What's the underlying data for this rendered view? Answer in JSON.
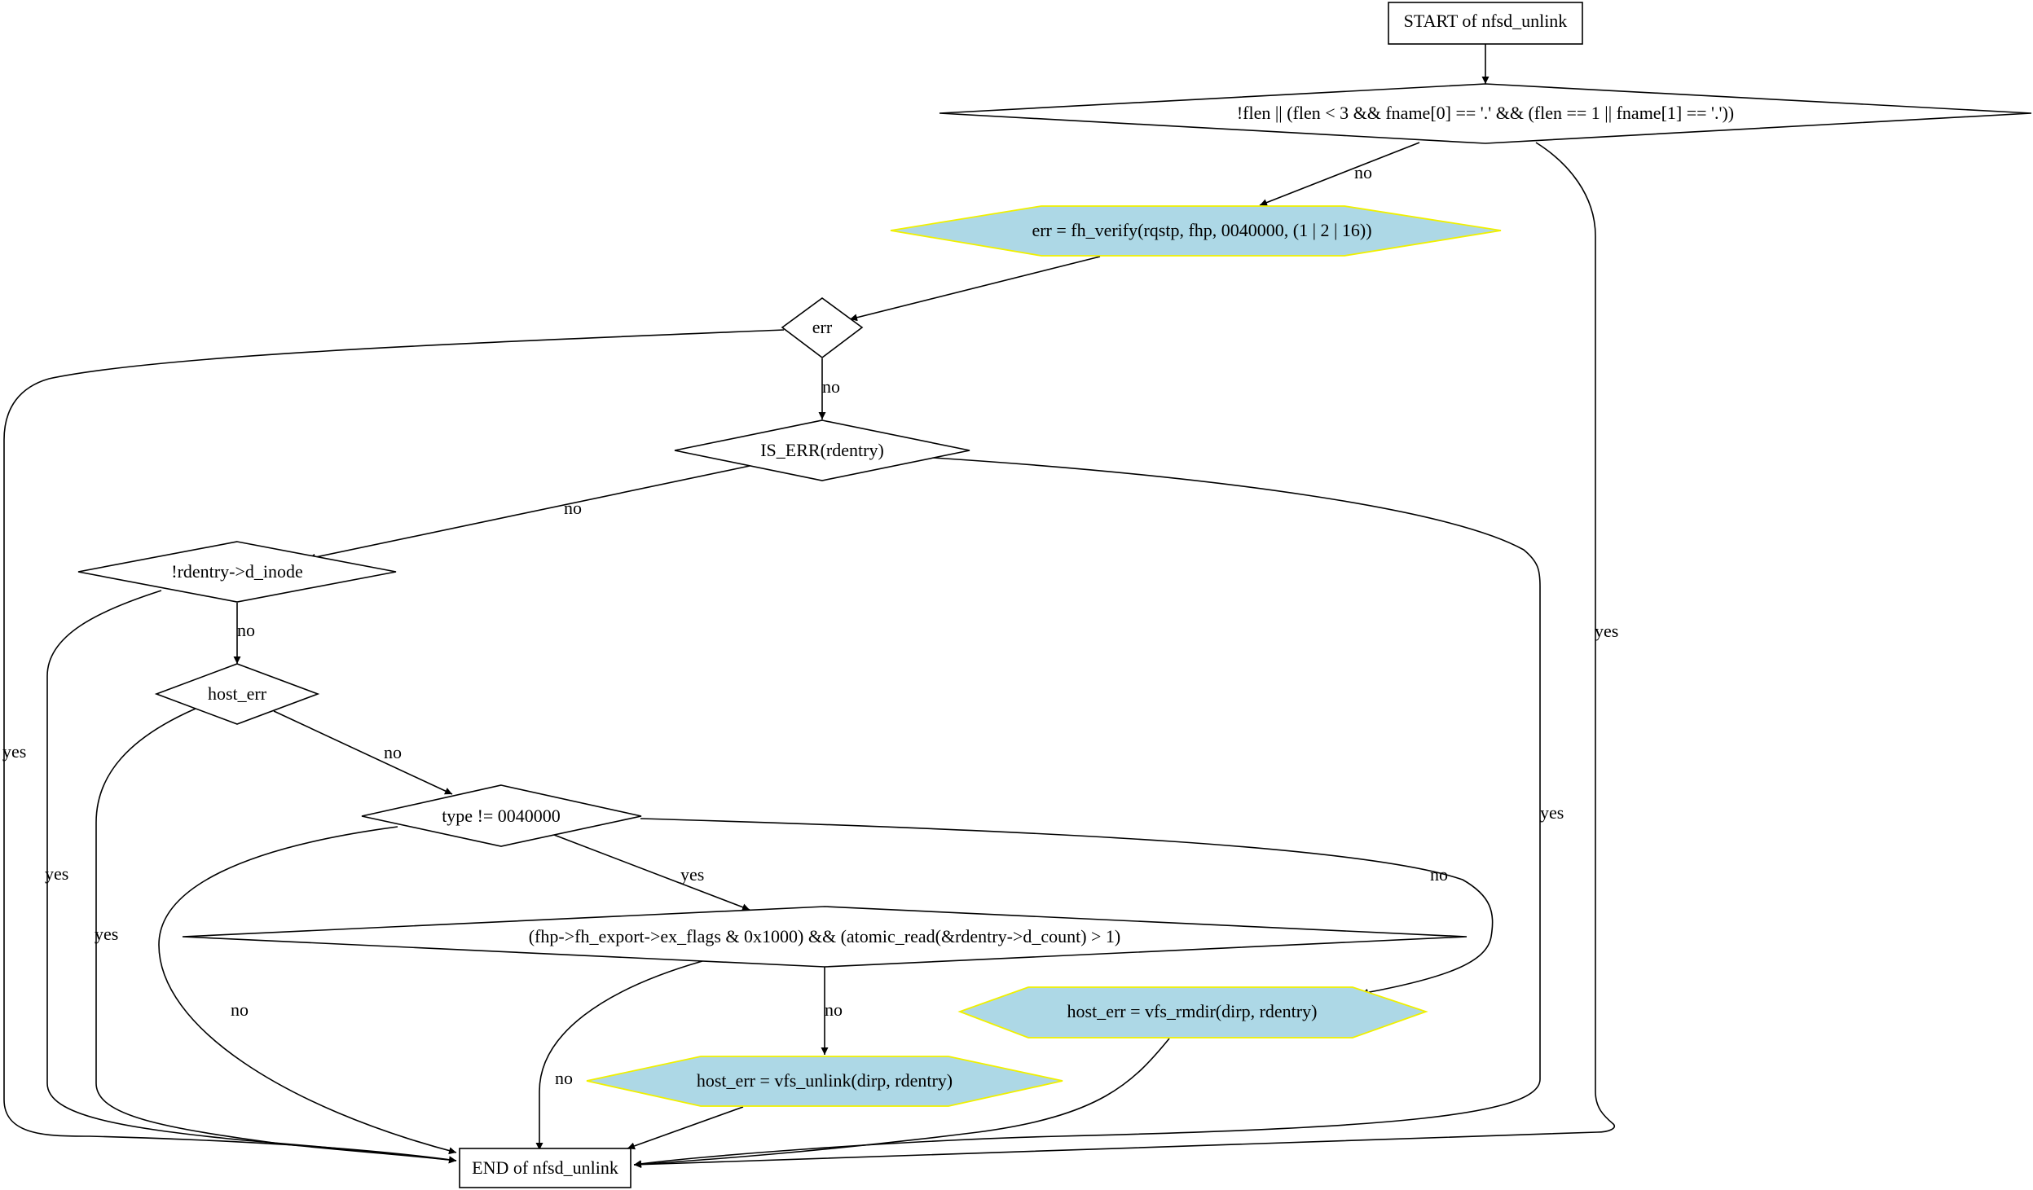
{
  "colors": {
    "action_fill": "#add8e6",
    "action_border": "#f0f000",
    "line": "#000000"
  },
  "nodes": {
    "start": "START of nfsd_unlink",
    "cond_flen": "!flen || (flen < 3 && fname[0] == '.' && (flen == 1 || fname[1] == '.'))",
    "fh_verify": "err = fh_verify(rqstp, fhp, 0040000, (1 | 2 | 16))",
    "cond_err": "err",
    "cond_is_err": "IS_ERR(rdentry)",
    "cond_d_inode": "!rdentry->d_inode",
    "cond_host_err": "host_err",
    "cond_type": "type != 0040000",
    "cond_flags": "(fhp->fh_export->ex_flags & 0x1000) && (atomic_read(&rdentry->d_count) > 1)",
    "vfs_rmdir": "host_err = vfs_rmdir(dirp, rdentry)",
    "vfs_unlink": "host_err = vfs_unlink(dirp, rdentry)",
    "end": "END of nfsd_unlink"
  },
  "edge_labels": {
    "flen_no": "no",
    "flen_yes": "yes",
    "err_no": "no",
    "err_yes": "yes",
    "is_err_no": "no",
    "is_err_yes": "yes",
    "d_inode_no": "no",
    "d_inode_yes": "yes",
    "host_err_no": "no",
    "host_err_yes": "yes",
    "type_yes": "yes",
    "type_no": "no",
    "type_end_no": "no",
    "flags_no": "no",
    "flags_end_no": "no"
  }
}
